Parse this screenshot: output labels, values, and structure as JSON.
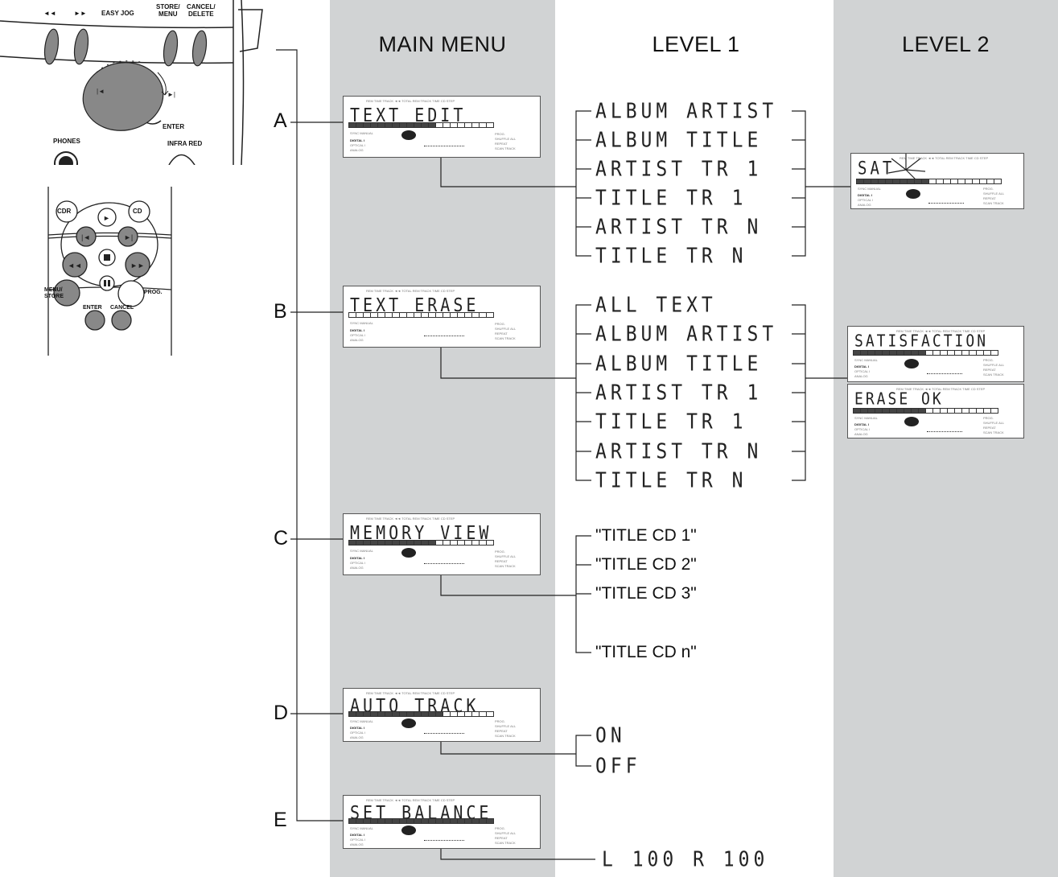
{
  "headers": {
    "main_menu": "MAIN MENU",
    "level1": "LEVEL 1",
    "level2": "LEVEL 2"
  },
  "letters": [
    "A",
    "B",
    "C",
    "D",
    "E"
  ],
  "main_displays": [
    "TEXT EDIT",
    "TEXT ERASE",
    "MEMORY VIEW",
    "AUTO TRACK",
    "SET BALANCE"
  ],
  "level1": {
    "a": [
      "ALBUM ARTIST",
      "ALBUM TITLE",
      "ARTIST TR 1",
      "TITLE TR 1",
      "ARTIST TR N",
      "TITLE TR N"
    ],
    "b": [
      "ALL TEXT",
      "ALBUM ARTIST",
      "ALBUM TITLE",
      "ARTIST TR 1",
      "TITLE TR 1",
      "ARTIST TR N",
      "TITLE TR N"
    ],
    "c": [
      "\"TITLE CD 1\"",
      "\"TITLE CD 2\"",
      "\"TITLE CD 3\"",
      "\"TITLE CD n\""
    ],
    "d": [
      "ON",
      "OFF"
    ],
    "e": "L 100 R 100"
  },
  "level2": [
    "SAT",
    "SATISFACTION",
    "ERASE OK"
  ],
  "lcd_labels": {
    "top": "REM   TIME  TRACK   ◄◄   TOTAL  REM  TRACK  TIME     CD  STEP",
    "sync": "SYNC MANUAL",
    "digital": "DIGITAL I",
    "optical": "OPTICAL I",
    "analog": "ANALOG",
    "side1": "PROG.",
    "side2": "SHUFFLE  ALL",
    "side3": "REPEAT",
    "side4": "SCAN    TRACK"
  },
  "device_top": {
    "rew": "◄◄",
    "ffw": "►►",
    "easy_jog": "EASY JOG",
    "store_menu": "STORE/\nMENU",
    "cancel_delete": "CANCEL/\nDELETE",
    "enter": "ENTER",
    "phones": "PHONES",
    "infra_red": "INFRA RED"
  },
  "remote": {
    "cdr": "CDR",
    "cd": "CD",
    "menu_store": "MENU/\nSTORE",
    "prog": "PROG.",
    "enter": "ENTER",
    "cancel": "CANCEL"
  }
}
